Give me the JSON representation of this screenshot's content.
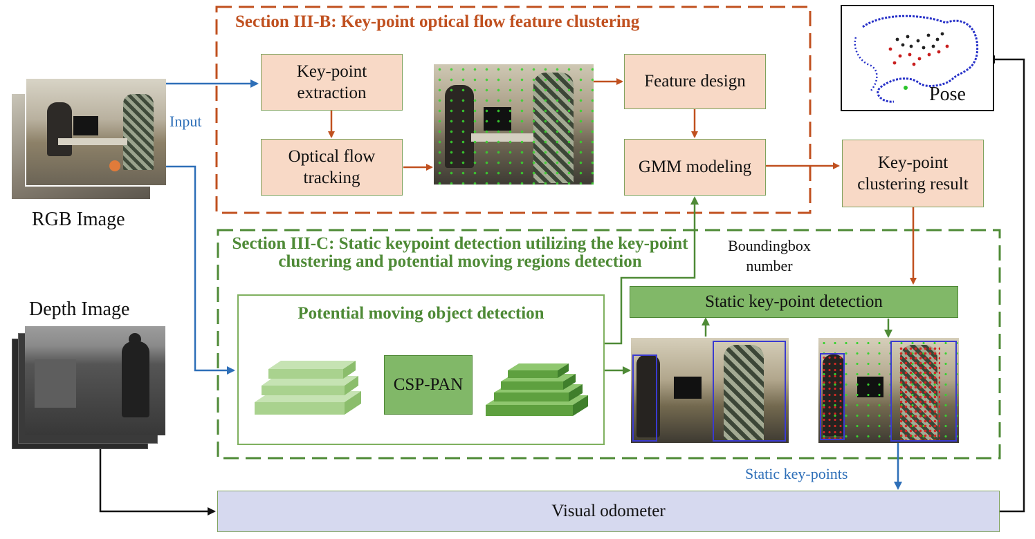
{
  "section_b": {
    "title": "Section III-B: Key-point optical flow feature clustering"
  },
  "section_c": {
    "title": "Section III-C: Static keypoint detection utilizing the key-point clustering and potential moving regions detection"
  },
  "inputs": {
    "rgb_label": "RGB Image",
    "depth_label": "Depth Image",
    "input_arrow_label": "Input"
  },
  "boxes": {
    "keypoint_extraction": "Key-point extraction",
    "optical_flow_tracking": "Optical flow tracking",
    "feature_design": "Feature design",
    "gmm_modeling": "GMM modeling",
    "clustering_result": "Key-point clustering result",
    "potential_moving_title": "Potential moving object detection",
    "csp_pan": "CSP-PAN",
    "static_keypoint_detection": "Static key-point detection",
    "visual_odometer": "Visual odometer"
  },
  "labels": {
    "boundingbox_number": "Boundingbox number",
    "static_keypoints": "Static key-points",
    "pose": "Pose"
  },
  "colors": {
    "orange": "#c0501f",
    "green_dark": "#4e8a36",
    "green_box": "#81b868",
    "blue": "#2e6fb8",
    "odometer_fill": "#d6d9ef",
    "orange_fill": "#f8d9c6"
  }
}
